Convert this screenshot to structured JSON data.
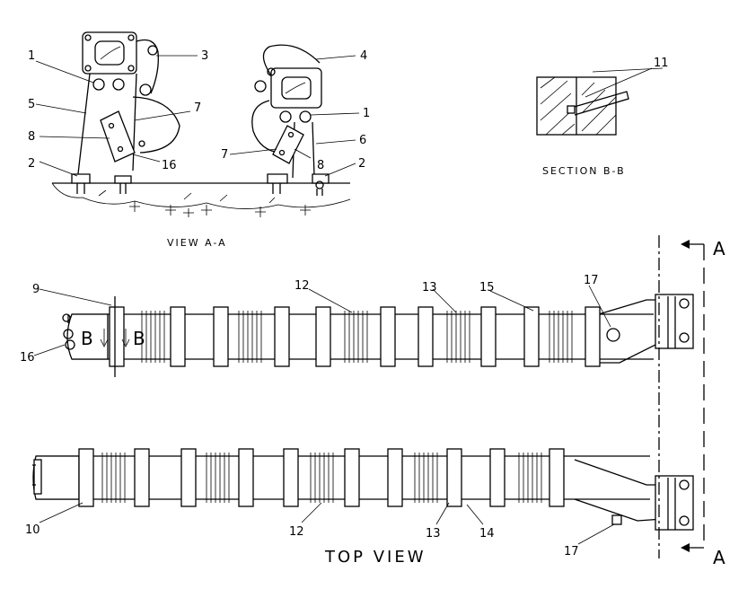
{
  "captions": {
    "view_aa": "VIEW A-A",
    "section_bb": "SECTION B-B",
    "top_view": "TOP VIEW"
  },
  "section_marks": {
    "a_top": "A",
    "a_bottom": "A",
    "b_left": "B",
    "b_right": "B"
  },
  "callouts": {
    "c1_left": "1",
    "c1_right": "1",
    "c2_left": "2",
    "c2_right": "2",
    "c3": "3",
    "c4": "4",
    "c5": "5",
    "c6": "6",
    "c7_left": "7",
    "c7_right": "7",
    "c8_left": "8",
    "c8_right": "8",
    "c9": "9",
    "c10": "10",
    "c11": "11",
    "c12_top": "12",
    "c12_bottom": "12",
    "c13_top": "13",
    "c13_bottom": "13",
    "c14": "14",
    "c15": "15",
    "c16_view": "16",
    "c16_top": "16",
    "c17_top": "17",
    "c17_bottom": "17"
  }
}
